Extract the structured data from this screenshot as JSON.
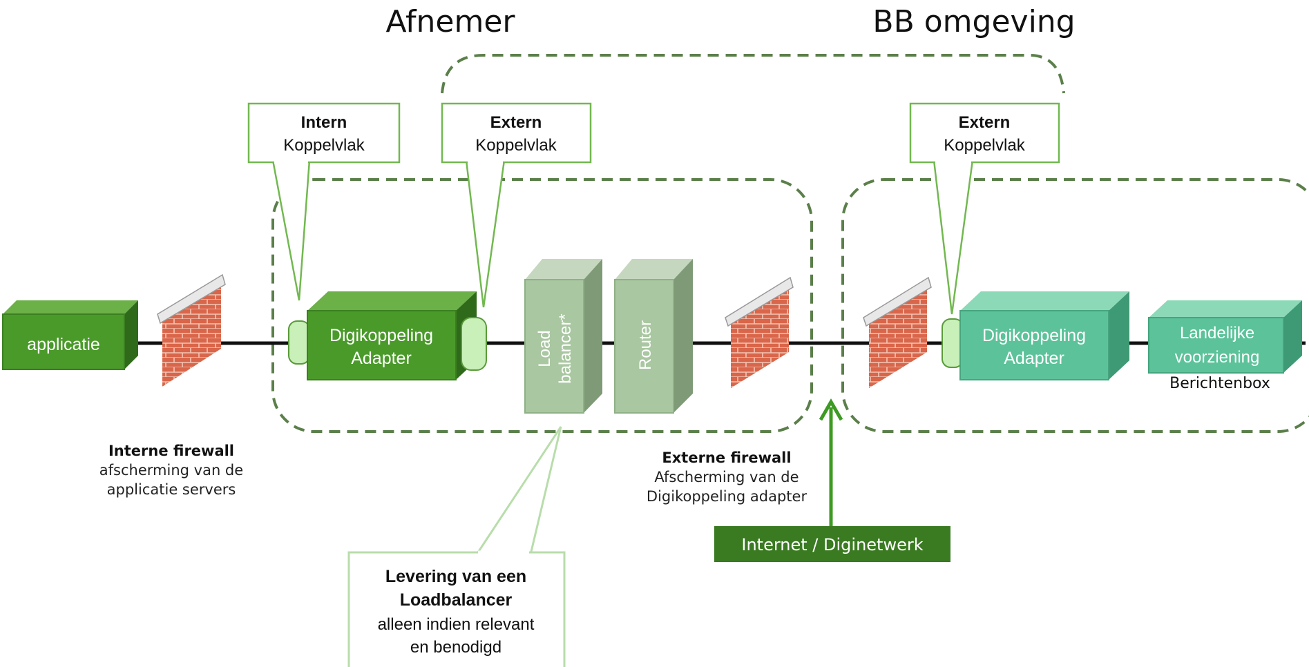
{
  "headings": {
    "left": "Afnemer",
    "right": "BB omgeving"
  },
  "callouts": {
    "intern_left": {
      "bold": "Intern",
      "text": "Koppelvlak"
    },
    "extern_left": {
      "bold": "Extern",
      "text": "Koppelvlak"
    },
    "extern_right": {
      "bold": "Extern",
      "text": "Koppelvlak"
    },
    "loadbalancer": {
      "bold1": "Levering van een",
      "bold2": "Loadbalancer",
      "text1": "alleen indien relevant",
      "text2": "en benodigd"
    }
  },
  "boxes": {
    "applicatie": "applicatie",
    "adapter_left": [
      "Digikoppeling",
      "Adapter"
    ],
    "loadbalancer": [
      "Load",
      "balancer*"
    ],
    "router": "Router",
    "adapter_right": [
      "Digikoppeling",
      "Adapter"
    ],
    "landelijke": [
      "Landelijke",
      "voorziening"
    ],
    "berichtenbox": "Berichtenbox"
  },
  "firewalls": {
    "intern": {
      "title": "Interne firewall",
      "line1": "afscherming van de",
      "line2": "applicatie servers"
    },
    "extern": {
      "title": "Externe firewall",
      "line1": "Afscherming van de",
      "line2": "Digikoppeling adapter"
    }
  },
  "network_label": "Internet / Diginetwerk",
  "colors": {
    "dark_green": "#4a9a2a",
    "light_green_box": "#a9c7a1",
    "teal": "#5cc29a",
    "dashed": "#5b7f4a",
    "callout_border": "#72b850",
    "label_bg": "#3a7a21",
    "brick": "#d9664a"
  }
}
